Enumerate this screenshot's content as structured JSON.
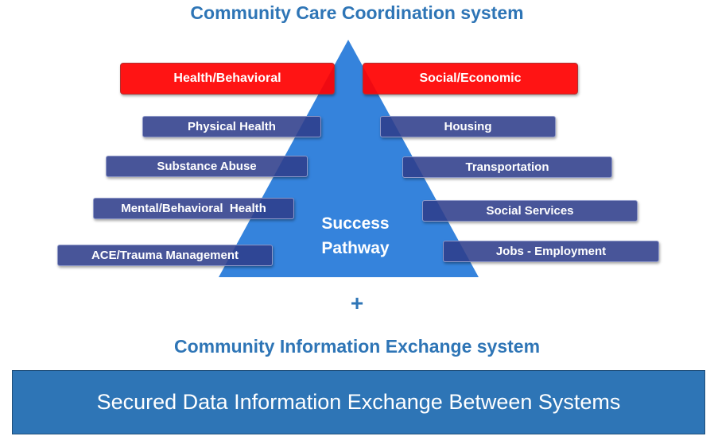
{
  "titles": {
    "top": "Community Care Coordination system",
    "bottom": "Community Information Exchange system",
    "plus": "+"
  },
  "pyramid": {
    "color": "#3583dc",
    "center_label_line1": "Success",
    "center_label_line2": "Pathway"
  },
  "categories": {
    "left": "Health/Behavioral",
    "right": "Social/Economic",
    "color": "#ff0000"
  },
  "left_items": [
    "Physical Health",
    "Substance Abuse",
    "Mental/Behavioral  Health",
    "ACE/Trauma Management"
  ],
  "right_items": [
    "Housing",
    "Transportation",
    "Social Services",
    "Jobs - Employment"
  ],
  "item_color": "#2f3e8b",
  "exchange": {
    "label": "Secured Data Information Exchange Between Systems",
    "color": "#2e75b6"
  }
}
